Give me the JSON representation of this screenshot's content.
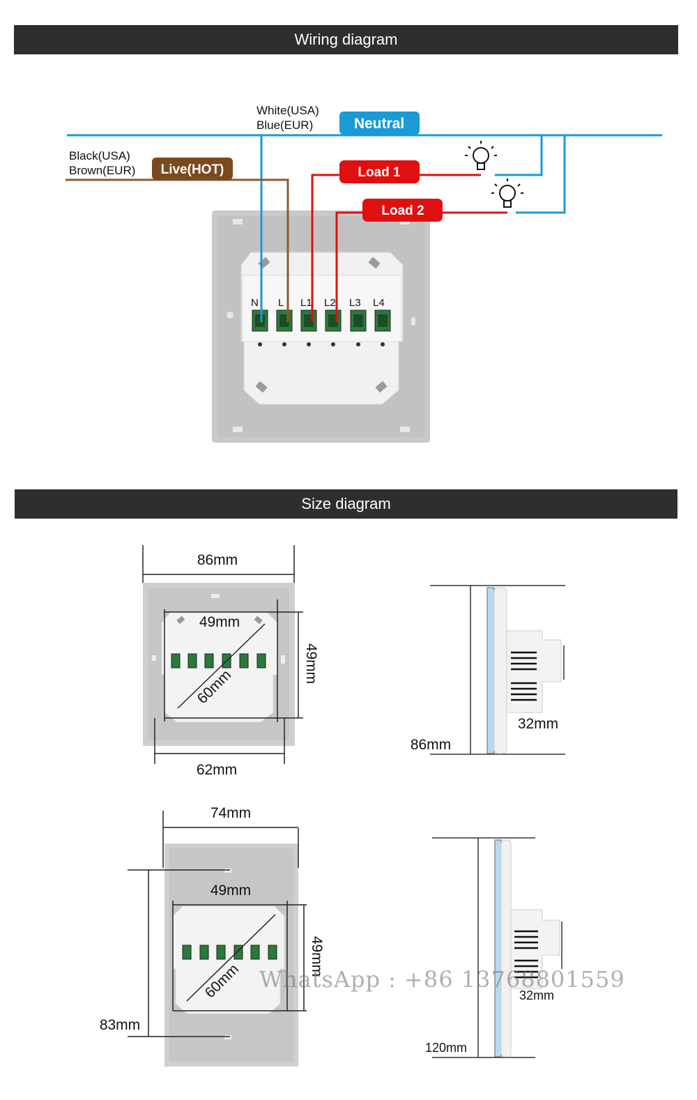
{
  "sections": {
    "wiring_title": "Wiring diagram",
    "size_title": "Size diagram"
  },
  "wiring": {
    "neutral_usa": "White(USA)",
    "neutral_eur": "Blue(EUR)",
    "neutral_tag": "Neutral",
    "live_usa": "Black(USA)",
    "live_eur": "Brown(EUR)",
    "live_tag": "Live(HOT)",
    "load1_tag": "Load 1",
    "load2_tag": "Load 2",
    "terminals": [
      "N",
      "L",
      "L1",
      "L2",
      "L3",
      "L4"
    ],
    "colors": {
      "neutral": "#1a9ad6",
      "live": "#8b5a2b",
      "load": "#e01010",
      "tag_live": "#7a4a1e"
    }
  },
  "size": {
    "eu_width": "86mm",
    "eu_inner_width": "49mm",
    "eu_inner_height": "49mm",
    "eu_diagonal": "60mm",
    "eu_bottom_width": "62mm",
    "eu_side_height": "86mm",
    "eu_side_depth": "32mm",
    "us_width": "74mm",
    "us_inner_width": "49mm",
    "us_inner_height": "49mm",
    "us_diagonal": "60mm",
    "us_left_height": "83mm",
    "us_side_depth": "32mm",
    "us_side_height": "120mm"
  },
  "watermark": "WhatsApp : +86 13768801559"
}
